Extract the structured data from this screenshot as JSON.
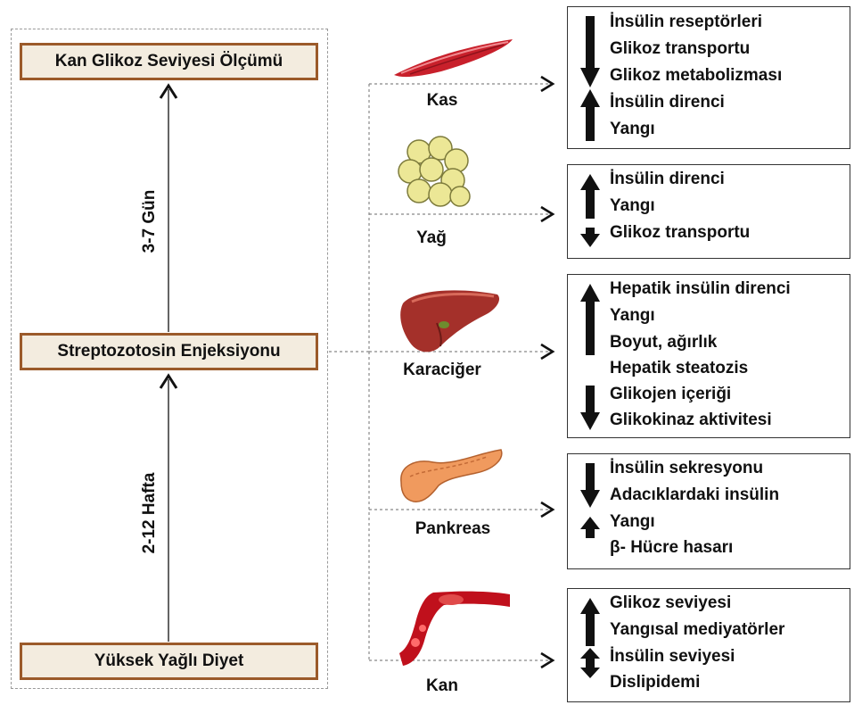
{
  "stages": {
    "measurement": "Kan Glikoz Seviyesi Ölçümü",
    "injection": "Streptozotosin Enjeksiyonu",
    "diet": "Yüksek Yağlı Diyet"
  },
  "durations": {
    "upper": "3-7 Gün",
    "lower": "2-12 Hafta"
  },
  "organs": [
    {
      "name": "Kas",
      "icon": "muscle-icon"
    },
    {
      "name": "Yağ",
      "icon": "fat-cells-icon"
    },
    {
      "name": "Karaciğer",
      "icon": "liver-icon"
    },
    {
      "name": "Pankreas",
      "icon": "pancreas-icon"
    },
    {
      "name": "Kan",
      "icon": "blood-vessel-icon"
    }
  ],
  "effects": [
    {
      "lines": [
        "İnsülin reseptörleri",
        "Glikoz transportu",
        "Glikoz metabolizması",
        "İnsülin direnci",
        "Yangı"
      ]
    },
    {
      "lines": [
        "İnsülin direnci",
        "Yangı",
        "Glikoz transportu"
      ]
    },
    {
      "lines": [
        "Hepatik insülin direnci",
        "Yangı",
        "Boyut, ağırlık",
        "Hepatik steatozis",
        "Glikojen içeriği",
        "Glikokinaz aktivitesi"
      ]
    },
    {
      "lines": [
        "İnsülin sekresyonu",
        "Adacıklardaki insülin",
        "Yangı",
        "β- Hücre hasarı"
      ]
    },
    {
      "lines": [
        "Glikoz seviyesi",
        "Yangısal mediyatörler",
        "İnsülin seviyesi",
        "Dislipidemi"
      ]
    }
  ],
  "colors": {
    "box_border": "#9b5a2a",
    "box_fill": "#f3ecdf",
    "arrow": "#111111"
  }
}
